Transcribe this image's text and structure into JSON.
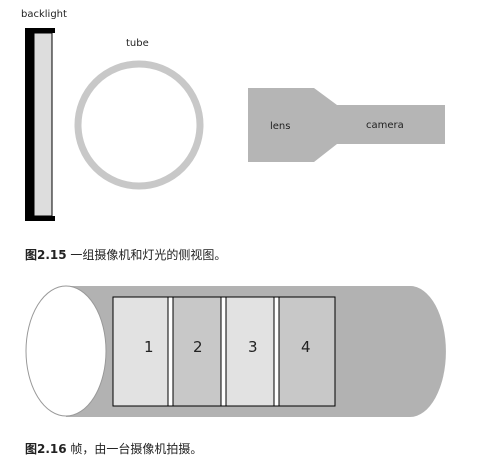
{
  "figure_1": {
    "labels": {
      "backlight": "backlight",
      "tube": "tube",
      "lens": "lens",
      "camera": "camera"
    },
    "caption": {
      "figure_number": "图2.15",
      "text": " 一组摄像机和灯光的侧视图。"
    }
  },
  "figure_2": {
    "frames": [
      "1",
      "2",
      "3",
      "4"
    ],
    "caption": {
      "figure_number": "图2.16",
      "text": " 帧，由一台摄像机拍摄。"
    }
  },
  "colors": {
    "tube_gray": "#c8c8c8",
    "camera_gray": "#b5b5b5",
    "cylinder_gray": "#b2b2b2",
    "frame_light": "#e2e2e2",
    "frame_dark": "#c8c8c8",
    "backlight_fill": "#dddddd",
    "outline": "#000000"
  }
}
